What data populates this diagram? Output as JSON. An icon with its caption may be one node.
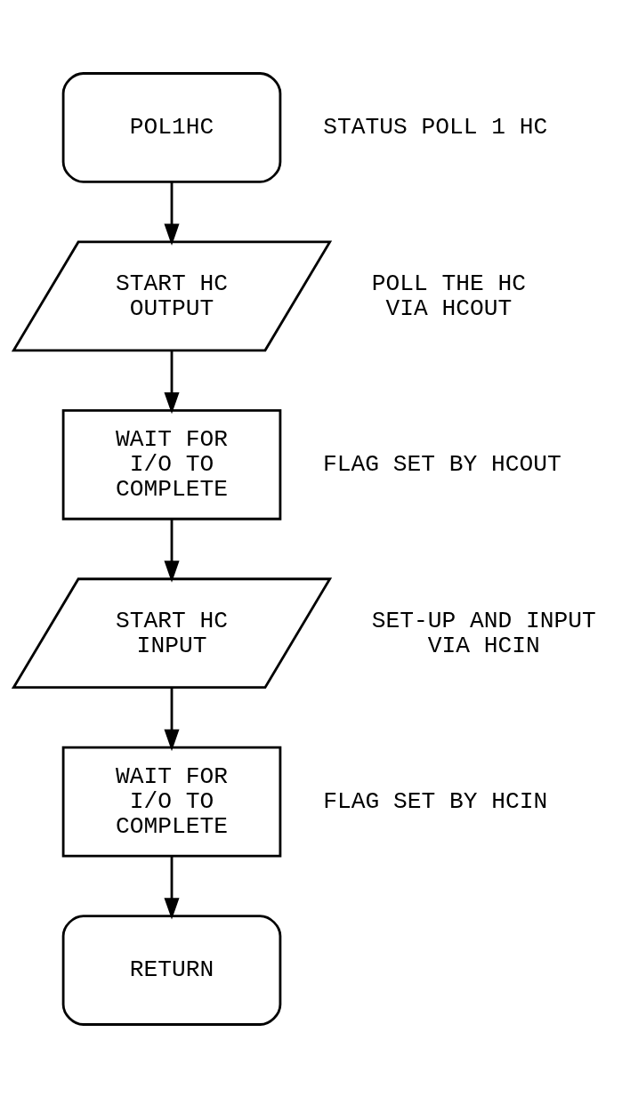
{
  "diagram": {
    "nodes": [
      {
        "text": [
          "POL1HC"
        ],
        "beside": [
          "STATUS POLL 1 HC"
        ]
      },
      {
        "text": [
          "START HC OUTPUT"
        ],
        "beside": [
          "POLL THE HC VIA HCOUT"
        ]
      },
      {
        "text": [
          "WAIT FOR I/O TO COMPLETE"
        ],
        "beside": [
          "FLAG SET BY HCOUT"
        ]
      },
      {
        "text": [
          "START HC INPUT"
        ],
        "beside": [
          "SET-UP AND INPUT VIA HCIN"
        ]
      },
      {
        "text": [
          "WAIT FOR I/O TO COMPLETE"
        ],
        "beside": [
          "FLAG SET BY HCIN"
        ]
      },
      {
        "text": [
          "RETURN"
        ]
      }
    ],
    "edges": [
      {
        "from": 0,
        "to": 1,
        "arrow": "to"
      },
      {
        "from": 1,
        "to": 2,
        "arrow": "to"
      },
      {
        "from": 2,
        "to": 3,
        "arrow": "to"
      },
      {
        "from": 3,
        "to": 4,
        "arrow": "to"
      },
      {
        "from": 4,
        "to": 5,
        "arrow": "to"
      }
    ]
  }
}
